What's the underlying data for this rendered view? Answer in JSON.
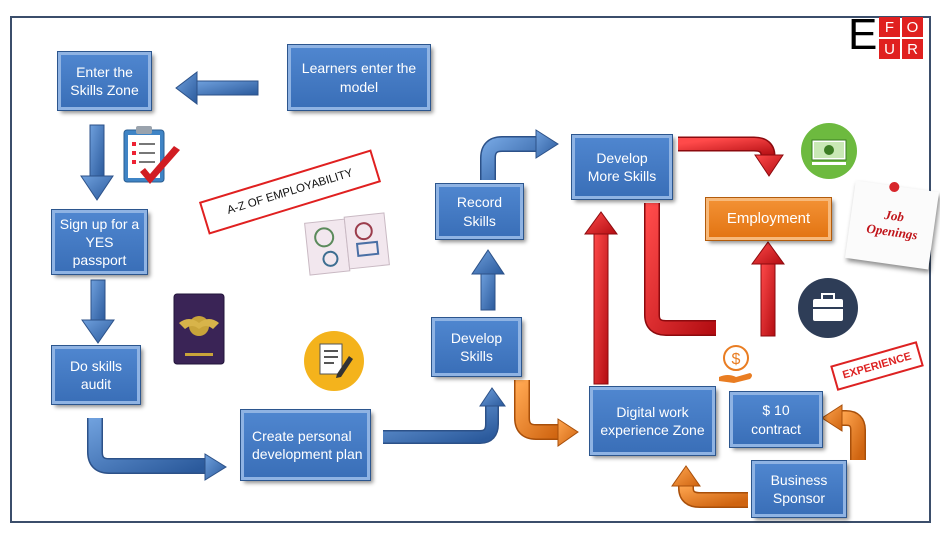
{
  "logo": {
    "letter_e": "E",
    "letter_f": "F",
    "letter_o": "O",
    "letter_u": "U",
    "letter_r": "R"
  },
  "boxes": {
    "learners": "Learners enter the model",
    "enter_skills": "Enter the Skills Zone",
    "sign_up": "Sign up for a YES passport",
    "skills_audit": "Do skills audit",
    "personal_plan": "Create  personal development plan",
    "develop_skills": "Develop Skills",
    "record_skills": "Record Skills",
    "develop_more": "Develop More Skills",
    "employment": "Employment",
    "digital_zone": "Digital work experience Zone",
    "contract": "$ 10 contract",
    "sponsor": "Business Sponsor"
  },
  "labels": {
    "az_employability": "A-Z OF EMPLOYABILITY",
    "experience": "EXPERIENCE",
    "job_openings": "Job Openings"
  },
  "colors": {
    "box_blue": "#3e74bf",
    "employment_orange": "#ec8123",
    "arrow_blue": "#3a6aad",
    "arrow_red": "#d0181e",
    "arrow_orange": "#e67a1c",
    "logo_red": "#e0201f"
  }
}
